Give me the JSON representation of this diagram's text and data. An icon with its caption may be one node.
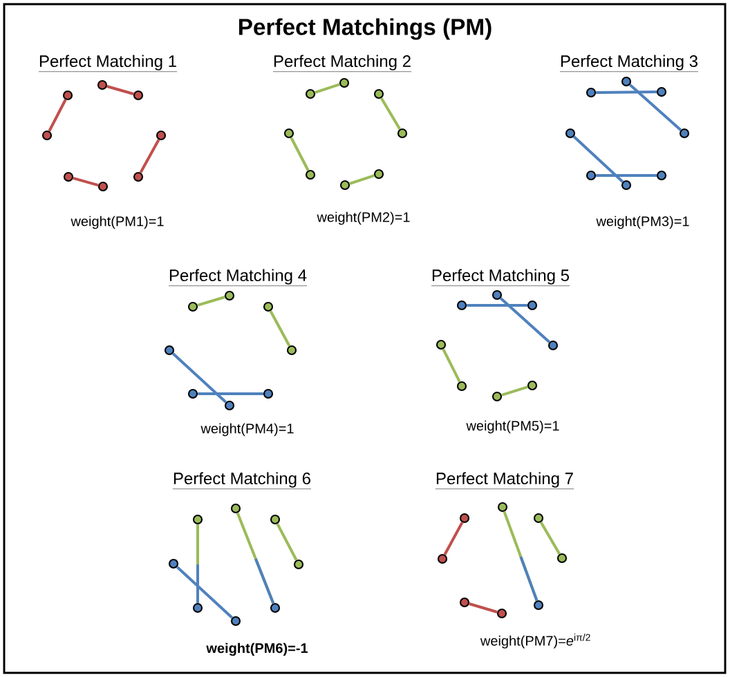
{
  "diagram": {
    "title": "Perfect Matchings (PM)",
    "nodes": [
      {
        "text": [],
        "shape": "circle"
      },
      {
        "text": [],
        "shape": "circle"
      },
      {
        "text": [],
        "shape": "circle"
      },
      {
        "text": [],
        "shape": "circle"
      },
      {
        "text": [],
        "shape": "circle"
      },
      {
        "text": [],
        "shape": "circle"
      },
      {
        "text": [],
        "shape": "circle"
      },
      {
        "text": [],
        "shape": "circle"
      },
      {
        "text": [],
        "shape": "circle"
      },
      {
        "text": [],
        "shape": "circle"
      },
      {
        "text": [],
        "shape": "circle"
      },
      {
        "text": [],
        "shape": "circle"
      },
      {
        "text": [],
        "shape": "circle"
      },
      {
        "text": [],
        "shape": "circle"
      },
      {
        "text": [],
        "shape": "circle"
      },
      {
        "text": [],
        "shape": "circle"
      },
      {
        "text": [],
        "shape": "circle"
      },
      {
        "text": [],
        "shape": "circle"
      },
      {
        "text": [],
        "shape": "circle"
      },
      {
        "text": [],
        "shape": "circle"
      },
      {
        "text": [],
        "shape": "circle"
      },
      {
        "text": [],
        "shape": "circle"
      },
      {
        "text": [],
        "shape": "circle"
      },
      {
        "text": [],
        "shape": "circle"
      },
      {
        "text": [],
        "shape": "circle"
      },
      {
        "text": [],
        "shape": "circle"
      },
      {
        "text": [],
        "shape": "circle"
      },
      {
        "text": [],
        "shape": "circle"
      },
      {
        "text": [],
        "shape": "circle"
      },
      {
        "text": [],
        "shape": "circle"
      },
      {
        "text": [],
        "shape": "circle"
      },
      {
        "text": [],
        "shape": "circle"
      },
      {
        "text": [],
        "shape": "circle"
      },
      {
        "text": [],
        "shape": "circle"
      },
      {
        "text": [],
        "shape": "circle"
      },
      {
        "text": [],
        "shape": "circle"
      },
      {
        "text": [],
        "shape": "circle"
      },
      {
        "text": [],
        "shape": "circle"
      },
      {
        "text": [],
        "shape": "circle"
      },
      {
        "text": [],
        "shape": "circle"
      },
      {
        "text": [],
        "shape": "circle"
      },
      {
        "text": [],
        "shape": "circle"
      },
      {
        "text": [],
        "shape": "circle"
      },
      {
        "text": [],
        "shape": "circle"
      },
      {
        "text": [],
        "shape": "circle"
      },
      {
        "text": [],
        "shape": "circle"
      },
      {
        "text": [],
        "shape": "circle"
      },
      {
        "text": [],
        "shape": "circle"
      },
      {
        "text": [],
        "shape": "circle"
      },
      {
        "text": [],
        "shape": "circle"
      },
      {
        "text": [],
        "shape": "circle"
      },
      {
        "text": [],
        "shape": "circle"
      },
      {
        "text": [],
        "shape": "circle"
      },
      {
        "text": [],
        "shape": "circle"
      },
      {
        "text": [],
        "shape": "circle"
      },
      {
        "text": [],
        "shape": "circle"
      }
    ],
    "edges": [
      {
        "from": 0,
        "to": 1,
        "arrow": "none",
        "color": "#c0504d"
      },
      {
        "from": 2,
        "to": 3,
        "arrow": "none",
        "color": "#c0504d"
      },
      {
        "from": 4,
        "to": 5,
        "arrow": "none",
        "color": "#c0504d"
      },
      {
        "from": 6,
        "to": 7,
        "arrow": "none",
        "color": "#c0504d"
      },
      {
        "from": 8,
        "to": 9,
        "arrow": "none",
        "color": "#9bbb59"
      },
      {
        "from": 10,
        "to": 11,
        "arrow": "none",
        "color": "#9bbb59"
      },
      {
        "from": 12,
        "to": 13,
        "arrow": "none",
        "color": "#9bbb59"
      },
      {
        "from": 14,
        "to": 15,
        "arrow": "none",
        "color": "#9bbb59"
      },
      {
        "from": 16,
        "to": 17,
        "arrow": "none",
        "color": "#4f81bd"
      },
      {
        "from": 18,
        "to": 19,
        "arrow": "none",
        "color": "#4f81bd"
      },
      {
        "from": 20,
        "to": 21,
        "arrow": "none",
        "color": "#4f81bd"
      },
      {
        "from": 22,
        "to": 23,
        "arrow": "none",
        "color": "#4f81bd"
      },
      {
        "from": 24,
        "to": 25,
        "arrow": "none",
        "color": "#9bbb59"
      },
      {
        "from": 26,
        "to": 27,
        "arrow": "none",
        "color": "#9bbb59"
      },
      {
        "from": 28,
        "to": 29,
        "arrow": "none",
        "color": "#4f81bd"
      },
      {
        "from": 30,
        "to": 31,
        "arrow": "none",
        "color": "#4f81bd"
      },
      {
        "from": 32,
        "to": 33,
        "arrow": "none",
        "color": "#4f81bd"
      },
      {
        "from": 34,
        "to": 35,
        "arrow": "none",
        "color": "#4f81bd"
      },
      {
        "from": 36,
        "to": 37,
        "arrow": "none",
        "color": "#9bbb59"
      },
      {
        "from": 38,
        "to": 39,
        "arrow": "none",
        "color": "#9bbb59"
      },
      {
        "from": 40,
        "to": 41,
        "arrow": "none",
        "color": "#9bbb59"
      },
      {
        "from": 42,
        "to": 43,
        "arrow": "none",
        "color": "#9bbb59"
      },
      {
        "from": 44,
        "to": 45,
        "arrow": "none",
        "color": "#9bbb59"
      },
      {
        "from": 46,
        "to": 47,
        "arrow": "none",
        "color": "#4f81bd"
      },
      {
        "from": 48,
        "to": 49,
        "arrow": "none",
        "color": "#c0504d"
      },
      {
        "from": 50,
        "to": 51,
        "arrow": "none",
        "color": "#9bbb59"
      },
      {
        "from": 52,
        "to": 53,
        "arrow": "none",
        "color": "#9bbb59"
      },
      {
        "from": 54,
        "to": 55,
        "arrow": "none",
        "color": "#c0504d"
      }
    ],
    "labels": [
      "Perfect Matching 1",
      "Perfect Matching 2",
      "Perfect Matching 3",
      "weight(PM1)=1",
      "weight(PM2)=1",
      "weight(PM3)=1",
      "Perfect Matching 4",
      "Perfect Matching 5",
      "weight(PM4)=1",
      "weight(PM5)=1",
      "Perfect Matching 6",
      "Perfect Matching 7",
      "weight(PM6)=-1",
      "weight(PM7)=*e*$^{iπ/2}$"
    ]
  }
}
